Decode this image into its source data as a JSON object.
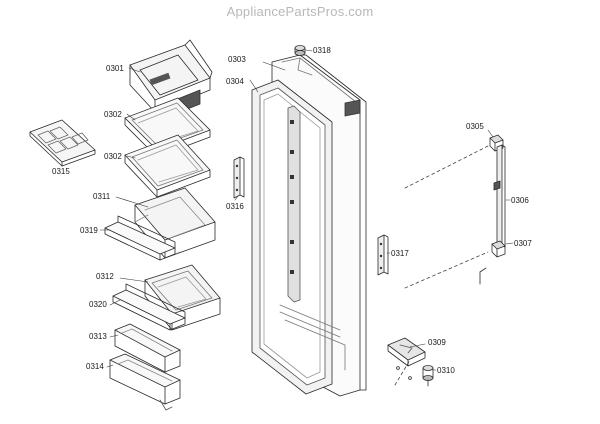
{
  "watermark": "AppliancePartsPros.com",
  "callouts": {
    "p0301": "0301",
    "p0302a": "0302",
    "p0302b": "0302",
    "p0303": "0303",
    "p0304": "0304",
    "p0305": "0305",
    "p0306": "0306",
    "p0307": "0307",
    "p0309": "0309",
    "p0310": "0310",
    "p0311": "0311",
    "p0312": "0312",
    "p0313": "0313",
    "p0314": "0314",
    "p0315": "0315",
    "p0316": "0316",
    "p0317": "0317",
    "p0318": "0318",
    "p0319": "0319",
    "p0320": "0320"
  },
  "colors": {
    "line": "#2a2a2a",
    "shade": "#bdbdbd",
    "dark": "#555555",
    "watermark": "#b8b8b8"
  }
}
